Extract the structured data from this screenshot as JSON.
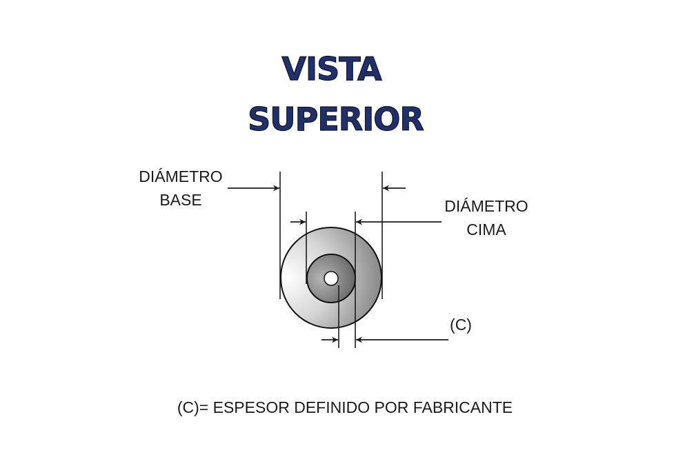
{
  "title": {
    "line1": "VISTA",
    "line2": "SUPERIOR"
  },
  "labels": {
    "base_line1": "DIÁMETRO",
    "base_line2": "BASE",
    "top_line1": "DIÁMETRO",
    "top_line2": "CIMA",
    "thickness": "(C)",
    "footnote": "(C)= ESPESOR DEFINIDO POR FABRICANTE"
  },
  "colors": {
    "title": "#22306a",
    "lines": "#1a1a1a"
  }
}
